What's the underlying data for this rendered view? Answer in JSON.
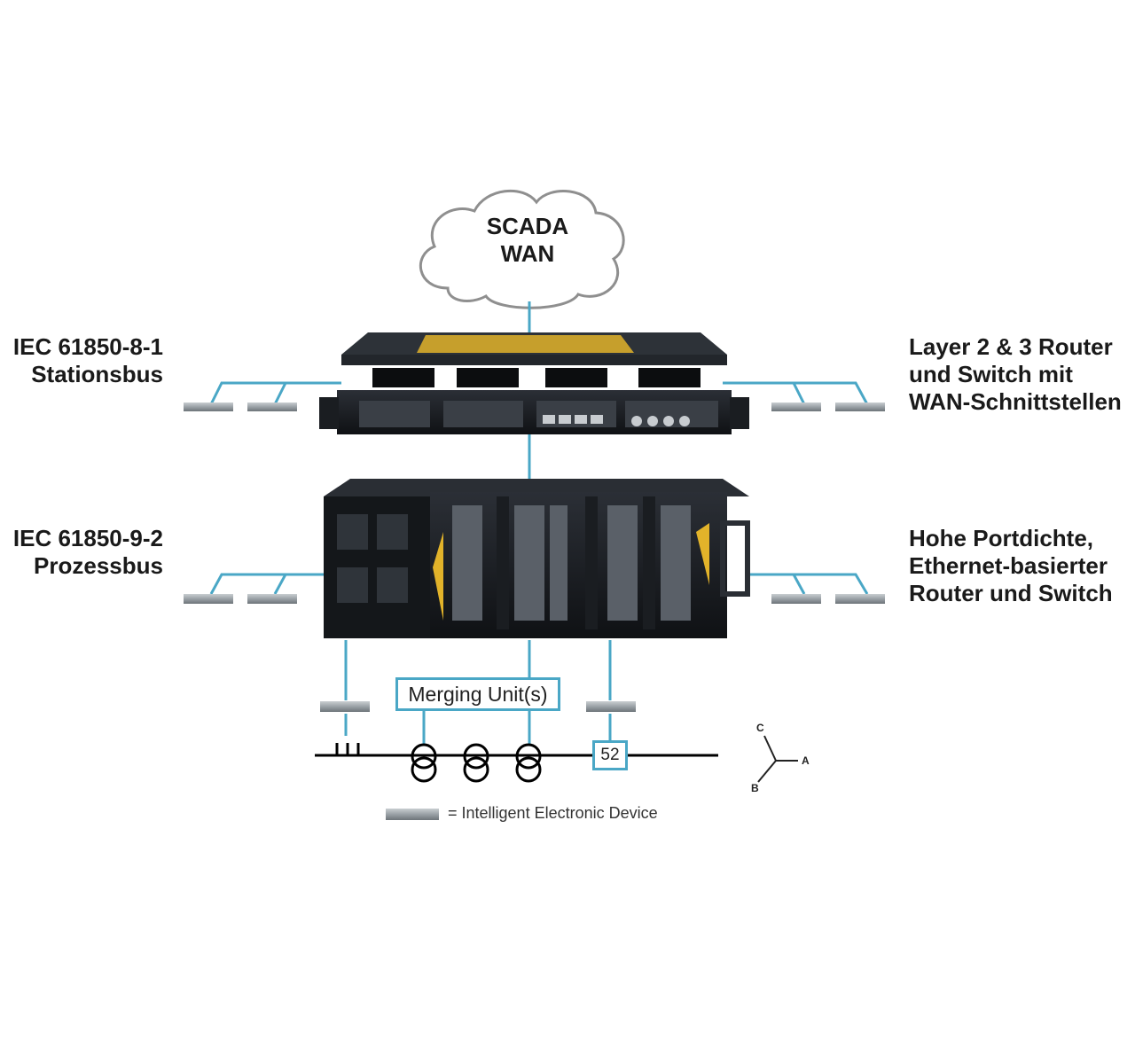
{
  "cloud": {
    "line1": "SCADA",
    "line2": "WAN"
  },
  "left_labels": {
    "station_bus": {
      "line1": "IEC 61850-8-1",
      "line2": "Stationsbus"
    },
    "process_bus": {
      "line1": "IEC 61850-9-2",
      "line2": "Prozessbus"
    }
  },
  "right_labels": {
    "router": {
      "line1": "Layer 2 & 3 Router",
      "line2": "und Switch mit",
      "line3": "WAN-Schnittstellen"
    },
    "high_density": {
      "line1": "Hohe Portdichte,",
      "line2": "Ethernet-basierter",
      "line3": "Router und Switch"
    }
  },
  "merging_unit": "Merging Unit(s)",
  "breaker": "52",
  "phases": {
    "a": "A",
    "b": "B",
    "c": "C"
  },
  "legend": "= Intelligent Electronic Device",
  "colors": {
    "link": "#4aa7c6",
    "device_body": "#1c1f24",
    "ied_body": "#9aa1a6",
    "accent": "#e2b32a"
  }
}
